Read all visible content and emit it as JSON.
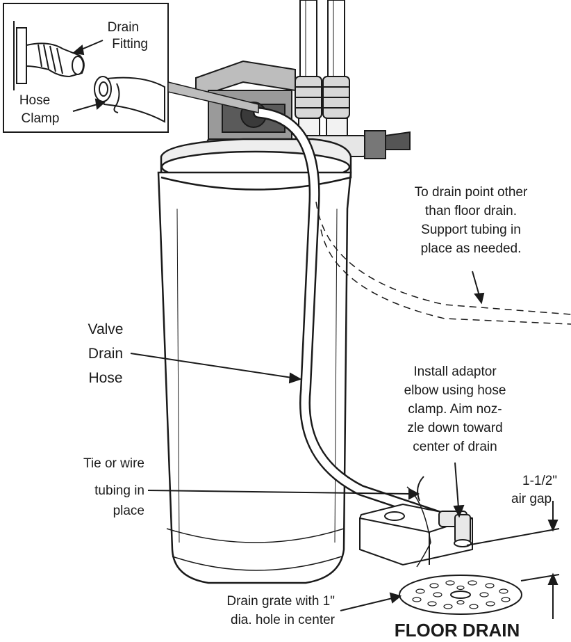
{
  "inset": {
    "drain_fitting_line1": "Drain",
    "drain_fitting_line2": "Fitting",
    "hose_clamp_line1": "Hose",
    "hose_clamp_line2": "Clamp"
  },
  "callouts": {
    "alt_drain": [
      "To drain point other",
      "than floor drain.",
      "Support tubing in",
      "place as needed."
    ],
    "valve_drain_hose": [
      "Valve",
      "Drain",
      "Hose"
    ],
    "adaptor": [
      "Install adaptor",
      "elbow using hose",
      "clamp.  Aim noz-",
      "zle down toward",
      "center of drain"
    ],
    "tie_tubing": [
      "Tie or wire",
      "tubing in",
      "place"
    ],
    "air_gap": [
      "1-1/2\"",
      "air gap"
    ],
    "drain_grate": [
      "Drain grate with 1\"",
      "dia. hole in center"
    ],
    "floor_drain": "FLOOR DRAIN"
  }
}
